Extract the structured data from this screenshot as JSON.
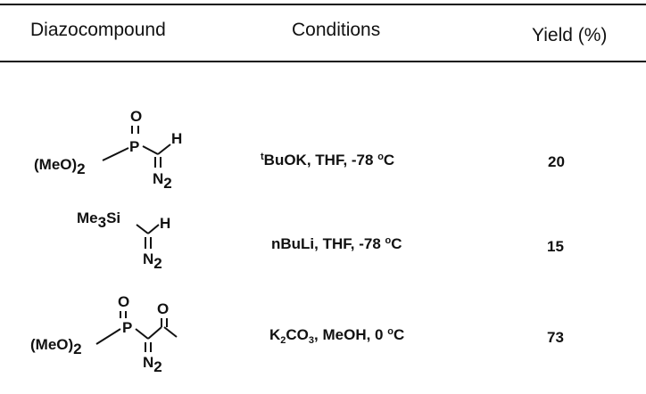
{
  "table": {
    "headers": [
      "Diazocompound",
      "Conditions",
      "Yield (%)"
    ],
    "rows": [
      {
        "compound": {
          "o": "O",
          "p": "P",
          "h": "H",
          "meo": "(MeO)",
          "meo_sub": "2",
          "n": "N",
          "n_sub": "2"
        },
        "conditions": {
          "pre_sup": "t",
          "text": "BuOK, THF, -78 ",
          "deg": "o",
          "unit": "C"
        },
        "yield": "20"
      },
      {
        "compound": {
          "me": "Me",
          "me_sub": "3",
          "si": "Si",
          "h": "H",
          "n": "N",
          "n_sub": "2"
        },
        "conditions": {
          "text": "nBuLi, THF, -78 ",
          "deg": "o",
          "unit": "C"
        },
        "yield": "15"
      },
      {
        "compound": {
          "o1": "O",
          "o2": "O",
          "p": "P",
          "meo": "(MeO)",
          "meo_sub": "2",
          "n": "N",
          "n_sub": "2"
        },
        "conditions": {
          "k": "K",
          "k_sub": "2",
          "co": "CO",
          "co_sub": "3",
          "text": ", MeOH, 0 ",
          "deg": "o",
          "unit": "C"
        },
        "yield": "73"
      }
    ]
  }
}
